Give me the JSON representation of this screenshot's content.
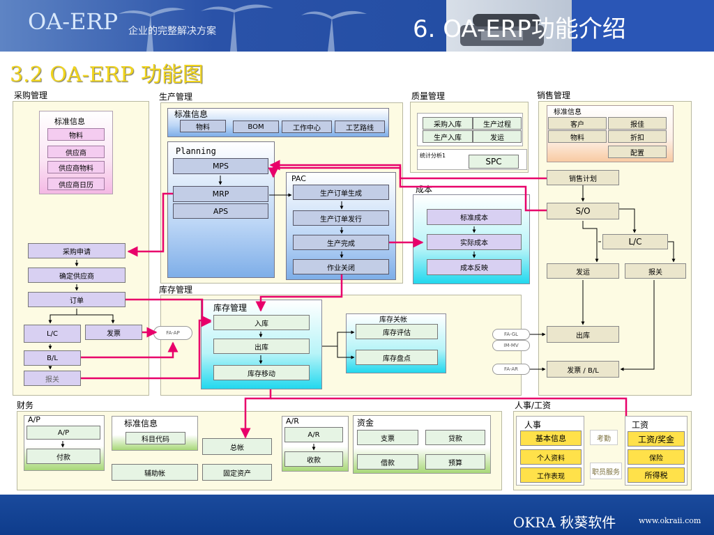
{
  "header": {
    "logo": "OA-ERP",
    "tagline": "企业的完整解决方案",
    "title": "6. OA-ERP功能介绍"
  },
  "subtitle": "3.2 OA-ERP 功能图",
  "footer": {
    "brand": "OKRA 秋葵软件",
    "url": "www.okraii.com"
  },
  "sections": {
    "purchase": "采购管理",
    "production": "生产管理",
    "quality": "质量管理",
    "sales": "销售管理",
    "cost": "成本",
    "inventory": "库存管理",
    "finance": "财务",
    "hr": "人事/工资"
  },
  "purchase": {
    "std_title": "标准信息",
    "std_items": [
      "物料",
      "供应商",
      "供应商物料",
      "供应商日历"
    ],
    "flow": [
      "采购申请",
      "确定供应商",
      "订单",
      "L/C",
      "发票",
      "B/L",
      "报关"
    ]
  },
  "production": {
    "std_title": "标准信息",
    "std_items": [
      "物料",
      "BOM",
      "工作中心",
      "工艺路线"
    ],
    "planning_title": "Planning",
    "planning_items": [
      "MPS",
      "MRP",
      "APS"
    ],
    "pac_title": "PAC",
    "pac_items": [
      "生产订单生成",
      "生产订单发行",
      "生产完成",
      "作业关闭"
    ]
  },
  "quality": {
    "grid": [
      "采购入库",
      "生产过程",
      "生产入库",
      "发运"
    ],
    "stat_label": "统计分析1",
    "spc": "SPC"
  },
  "cost": {
    "items": [
      "标准成本",
      "实际成本",
      "成本反映"
    ]
  },
  "sales": {
    "std_title": "标准信息",
    "std_items": [
      "客户",
      "报佳",
      "物料",
      "折扣",
      "配置"
    ],
    "plan": "销售计划",
    "so": "S/O",
    "lc": "L/C",
    "ship": "发运",
    "customs": "报关",
    "out": "出库",
    "invoice": "发票 / B/L"
  },
  "inventory": {
    "inner_title": "库存管理",
    "items": [
      "入库",
      "出库",
      "库存移动"
    ],
    "close_title": "库存关帐",
    "close_items": [
      "库存评估",
      "库存盘点"
    ]
  },
  "interfaces": {
    "faap": "FA-AP",
    "fagl": "FA-GL",
    "immv": "IM-MV",
    "faar": "FA-AR"
  },
  "finance": {
    "ap_title": "A/P",
    "ap_items": [
      "A/P",
      "付款"
    ],
    "std_title": "标准信息",
    "std_item": "科目代码",
    "aux": "辅助帐",
    "gl": "总帐",
    "fixed": "固定资产",
    "ar_title": "A/R",
    "ar_items": [
      "A/R",
      "收款"
    ],
    "fund_title": "资金",
    "fund_items": [
      "支票",
      "贷款",
      "借款",
      "预算"
    ]
  },
  "hr": {
    "person_title": "人事",
    "person_items": [
      "基本信息",
      "个人资料",
      "工作表现"
    ],
    "attendance": "考勤",
    "service": "职员服务",
    "salary_title": "工资",
    "salary_items": [
      "工资/奖金",
      "保险",
      "所得税"
    ]
  },
  "colors": {
    "header": "#2a52a8",
    "footer": "#0e3c8c",
    "arrow": "#e8006a",
    "subtitle": "#f2d51c"
  }
}
